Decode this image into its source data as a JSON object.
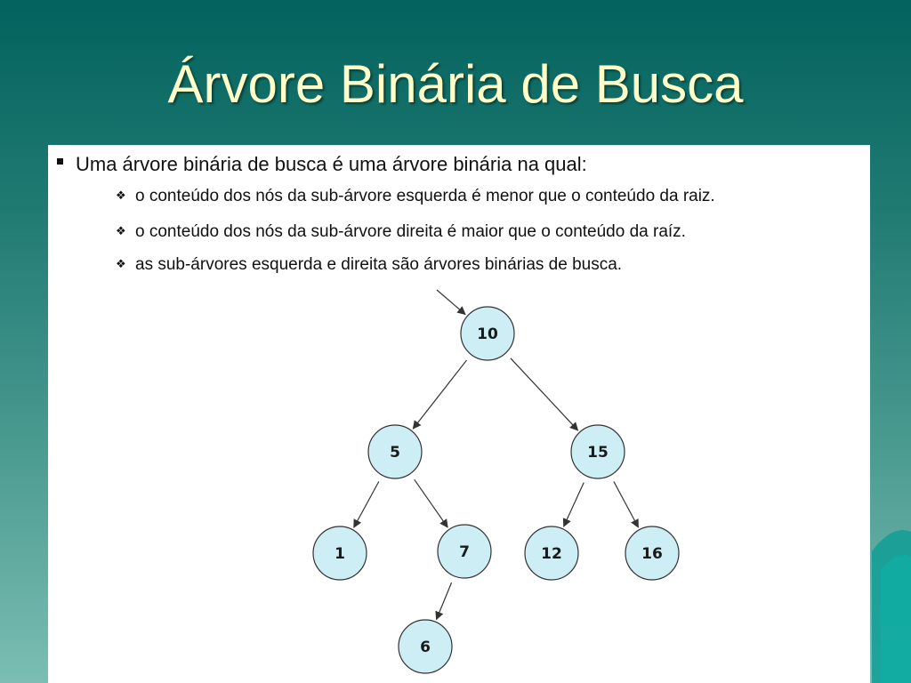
{
  "slide": {
    "title": "Árvore Binária de Busca",
    "accent_color": "#ffffc8",
    "background_color": "#1f7a72",
    "bullets": {
      "main": "Uma árvore binária de busca é uma árvore binária na qual:",
      "subs": [
        "o conteúdo dos nós da sub-árvore esquerda é menor que o conteúdo da raiz.",
        "o conteúdo dos nós da sub-árvore direita é maior que o conteúdo da raíz.",
        "as sub-árvores esquerda e direita são árvores binárias de busca."
      ],
      "sub_bullet_icon": "diamond-bullet-icon"
    }
  },
  "tree": {
    "node_fill": "#cdeef5",
    "node_stroke": "#333333",
    "nodes": [
      {
        "id": "n10",
        "label": "10"
      },
      {
        "id": "n5",
        "label": "5"
      },
      {
        "id": "n15",
        "label": "15"
      },
      {
        "id": "n1",
        "label": "1"
      },
      {
        "id": "n7",
        "label": "7"
      },
      {
        "id": "n12",
        "label": "12"
      },
      {
        "id": "n16",
        "label": "16"
      },
      {
        "id": "n6",
        "label": "6"
      }
    ],
    "edges": [
      {
        "from": "entry",
        "to": "n10"
      },
      {
        "from": "n10",
        "to": "n5"
      },
      {
        "from": "n10",
        "to": "n15"
      },
      {
        "from": "n5",
        "to": "n1"
      },
      {
        "from": "n5",
        "to": "n7"
      },
      {
        "from": "n15",
        "to": "n12"
      },
      {
        "from": "n15",
        "to": "n16"
      },
      {
        "from": "n7",
        "to": "n6"
      }
    ]
  }
}
